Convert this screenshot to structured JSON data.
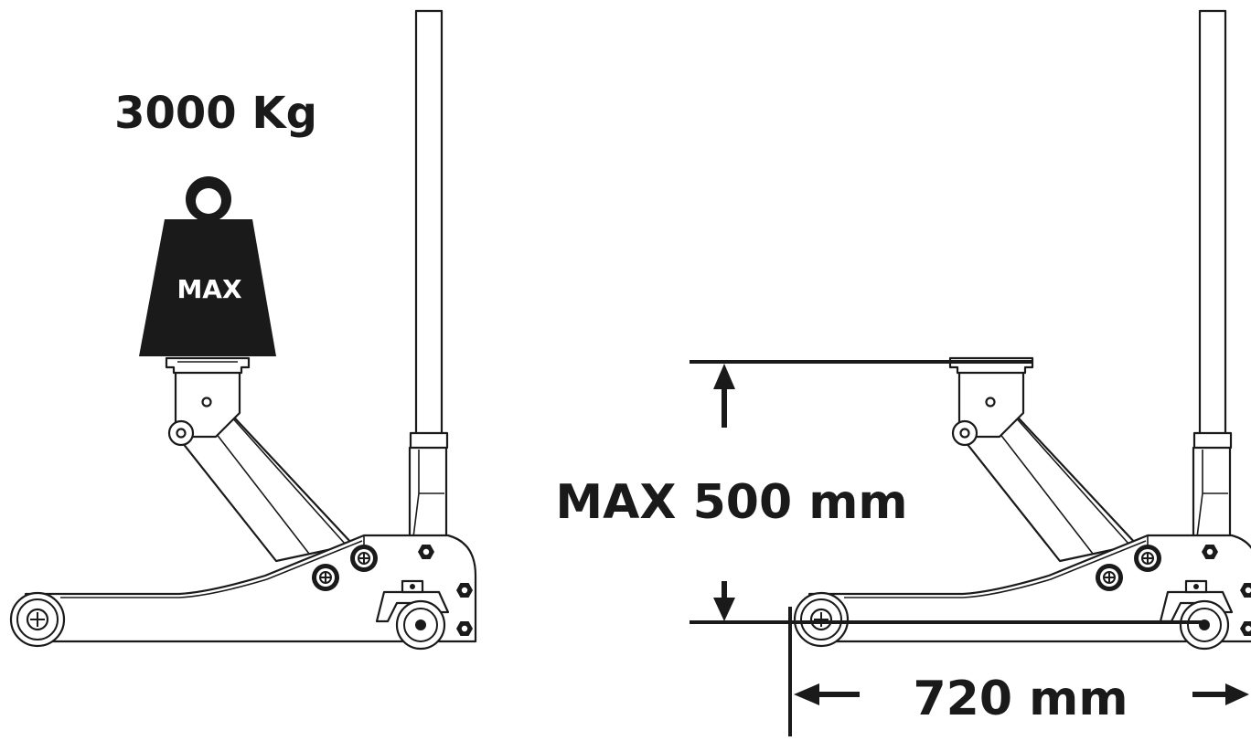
{
  "labels": {
    "capacity": "3000 Kg",
    "weight_badge": "MAX",
    "max_height": "MAX 500 mm",
    "length": "720 mm"
  }
}
